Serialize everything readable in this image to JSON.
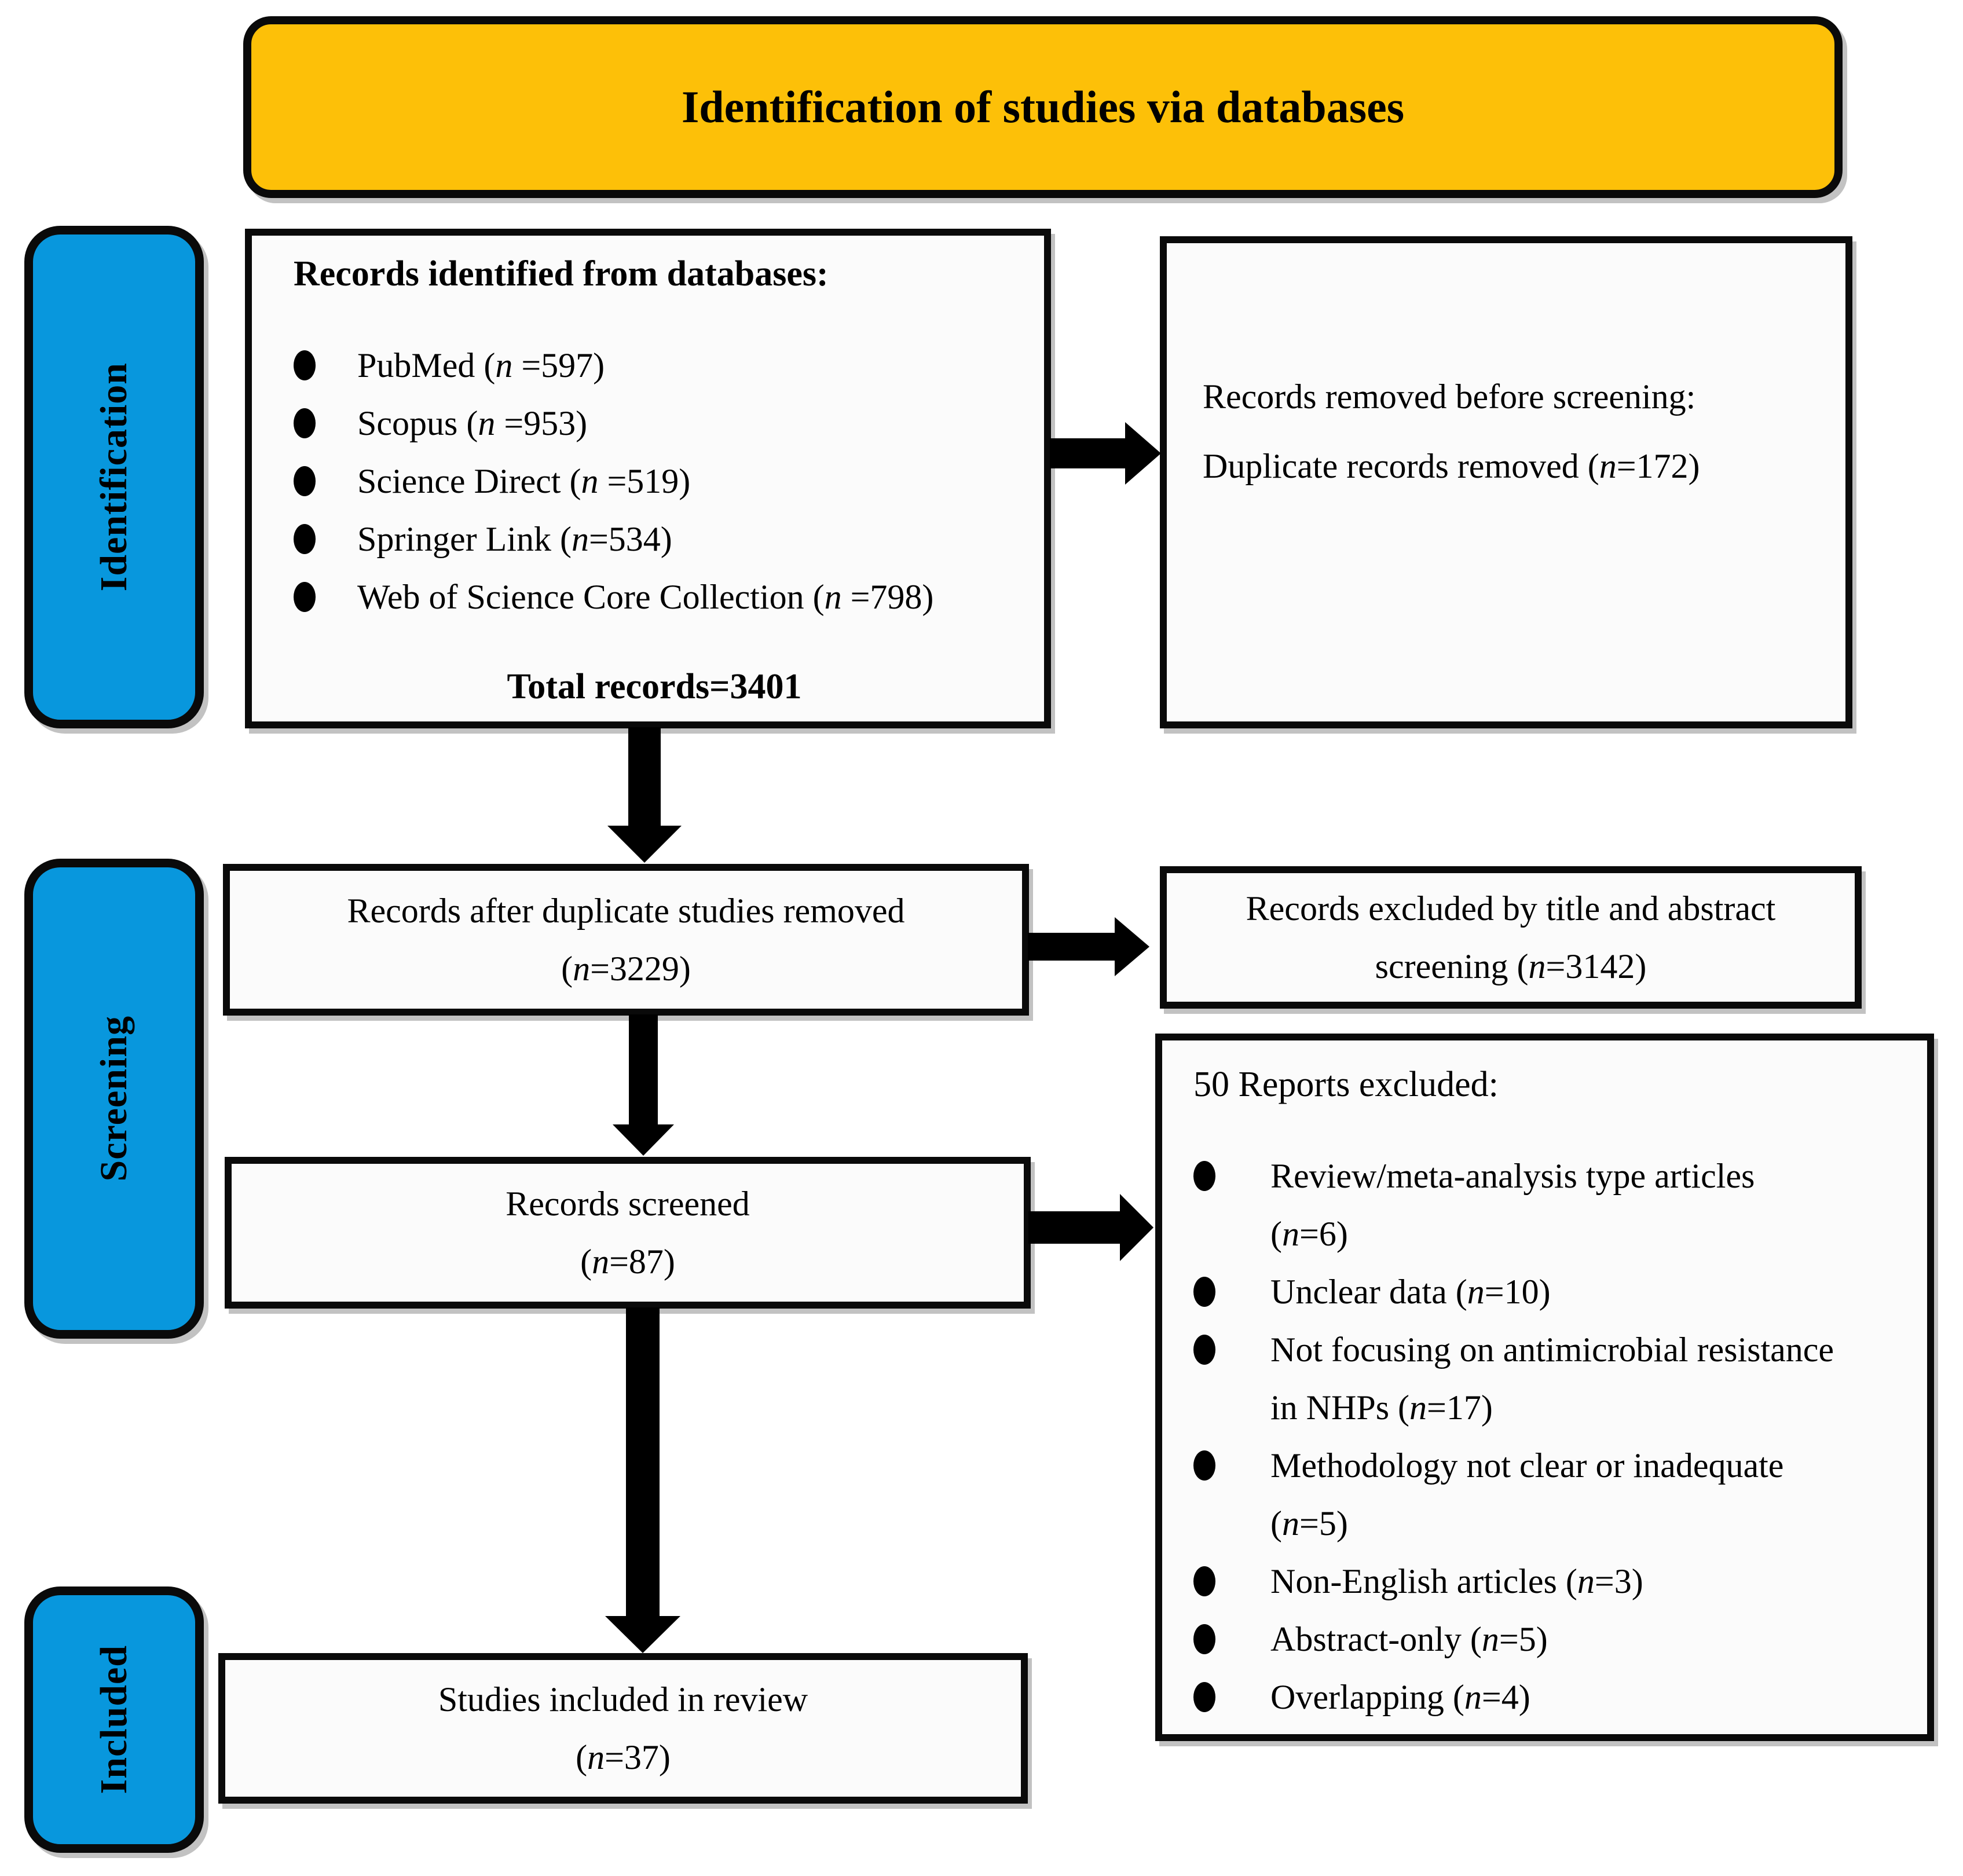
{
  "banner": {
    "title": "Identification of studies via databases"
  },
  "stages": {
    "identification": "Identification",
    "screening": "Screening",
    "included": "Included"
  },
  "colors": {
    "banner_fill": "#FDC008",
    "stage_fill": "#0897DD",
    "border": "#0A0A0A",
    "box_fill": "#FBFBFB"
  },
  "box_identified": {
    "title": "Records identified from databases:",
    "items": [
      {
        "pre": "PubMed (",
        "n": "n",
        "post": " =597)"
      },
      {
        "pre": "Scopus (",
        "n": "n",
        "post": " =953)"
      },
      {
        "pre": "Science Direct (",
        "n": "n",
        "post": " =519)"
      },
      {
        "pre": "Springer Link (",
        "n": "n",
        "post": "=534)"
      },
      {
        "pre": "Web of Science Core Collection (",
        "n": "n",
        "post": " =798)"
      }
    ],
    "total": "Total records=3401"
  },
  "box_removed": {
    "line1": "Records removed before screening:",
    "line2": {
      "pre": "Duplicate records removed (",
      "n": "n",
      "post": "=172)"
    }
  },
  "box_after_duplicates": {
    "line1": "Records after duplicate studies removed",
    "line2": {
      "pre": "(",
      "n": "n",
      "post": "=3229)"
    }
  },
  "box_excluded_title_abstract": {
    "line1": "Records excluded by title and abstract",
    "line2": {
      "pre": "screening (",
      "n": "n",
      "post": "=3142)"
    }
  },
  "box_screened": {
    "line1": "Records screened",
    "line2": {
      "pre": "(",
      "n": "n",
      "post": "=87)"
    }
  },
  "box_reports_excluded": {
    "title": "50 Reports excluded:",
    "items": [
      {
        "l1": {
          "pre": "Review/meta-analysis type articles"
        },
        "l2": {
          "pre": "(",
          "n": "n",
          "post": "=6)"
        }
      },
      {
        "l1": {
          "pre": "Unclear data (",
          "n": "n",
          "post": "=10)"
        }
      },
      {
        "l1": {
          "pre": "Not focusing on antimicrobial resistance"
        },
        "l2": {
          "pre": "in NHPs (",
          "n": "n",
          "post": "=17)"
        }
      },
      {
        "l1": {
          "pre": "Methodology not clear or inadequate"
        },
        "l2": {
          "pre": "(",
          "n": "n",
          "post": "=5)"
        }
      },
      {
        "l1": {
          "pre": "Non-English articles (",
          "n": "n",
          "post": "=3)"
        }
      },
      {
        "l1": {
          "pre": "Abstract-only (",
          "n": "n",
          "post": "=5)"
        }
      },
      {
        "l1": {
          "pre": "Overlapping (",
          "n": "n",
          "post": "=4)"
        }
      }
    ]
  },
  "box_included_review": {
    "line1": "Studies included in review",
    "line2": {
      "pre": "(",
      "n": "n",
      "post": "=37)"
    }
  }
}
